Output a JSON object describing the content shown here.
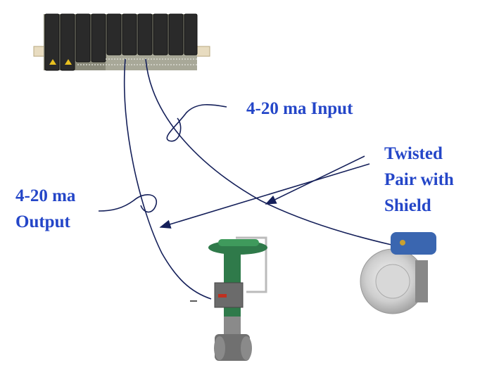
{
  "labels": {
    "input": "4-20 ma Input",
    "twisted_pair": [
      "Twisted",
      "Pair with",
      "Shield"
    ],
    "output": [
      "4-20 ma",
      "Output"
    ]
  },
  "colors": {
    "label": "#2446c8",
    "wire": "#15205a",
    "valve_green": "#2f7a4a",
    "transmitter_blue": "#3a66b0"
  }
}
